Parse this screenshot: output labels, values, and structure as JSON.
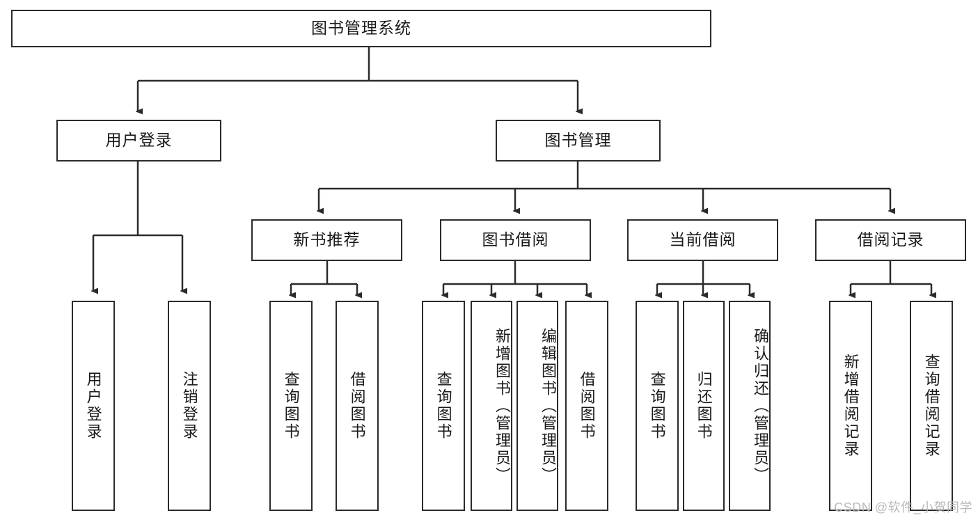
{
  "diagram": {
    "title": "图书管理系统",
    "type": "tree-hierarchy",
    "root": {
      "id": "root",
      "label": "图书管理系统"
    },
    "level2": [
      {
        "id": "user-login",
        "label": "用户登录"
      },
      {
        "id": "book-management",
        "label": "图书管理"
      }
    ],
    "level3": [
      {
        "id": "new-book-recommend",
        "label": "新书推荐",
        "parent": "book-management"
      },
      {
        "id": "book-borrow",
        "label": "图书借阅",
        "parent": "book-management"
      },
      {
        "id": "current-borrow",
        "label": "当前借阅",
        "parent": "book-management"
      },
      {
        "id": "borrow-record",
        "label": "借阅记录",
        "parent": "book-management"
      }
    ],
    "leaves": {
      "user_login": [
        {
          "id": "leaf-user-login",
          "label": "用户登录"
        },
        {
          "id": "leaf-logout",
          "label": "注销登录"
        }
      ],
      "new_book_recommend": [
        {
          "id": "leaf-query-book-1",
          "label": "查询图书"
        },
        {
          "id": "leaf-borrow-book-1",
          "label": "借阅图书"
        }
      ],
      "book_borrow": [
        {
          "id": "leaf-query-book-2",
          "label": "查询图书"
        },
        {
          "id": "leaf-add-book",
          "label": "新增图书（管理员）"
        },
        {
          "id": "leaf-edit-book",
          "label": "编辑图书（管理员）"
        },
        {
          "id": "leaf-borrow-book-2",
          "label": "借阅图书"
        }
      ],
      "current_borrow": [
        {
          "id": "leaf-query-book-3",
          "label": "查询图书"
        },
        {
          "id": "leaf-return-book",
          "label": "归还图书"
        },
        {
          "id": "leaf-confirm-return",
          "label": "确认归还（管理员）"
        }
      ],
      "borrow_record": [
        {
          "id": "leaf-add-record",
          "label": "新增借阅记录"
        },
        {
          "id": "leaf-query-record",
          "label": "查询借阅记录"
        }
      ]
    },
    "colors": {
      "stroke": "#2b2b2b",
      "fill": "#ffffff",
      "text": "#1a1a1a",
      "watermark": "#b9b9b9"
    }
  },
  "watermark": {
    "text": "CSDN @软件_小贺同学"
  }
}
